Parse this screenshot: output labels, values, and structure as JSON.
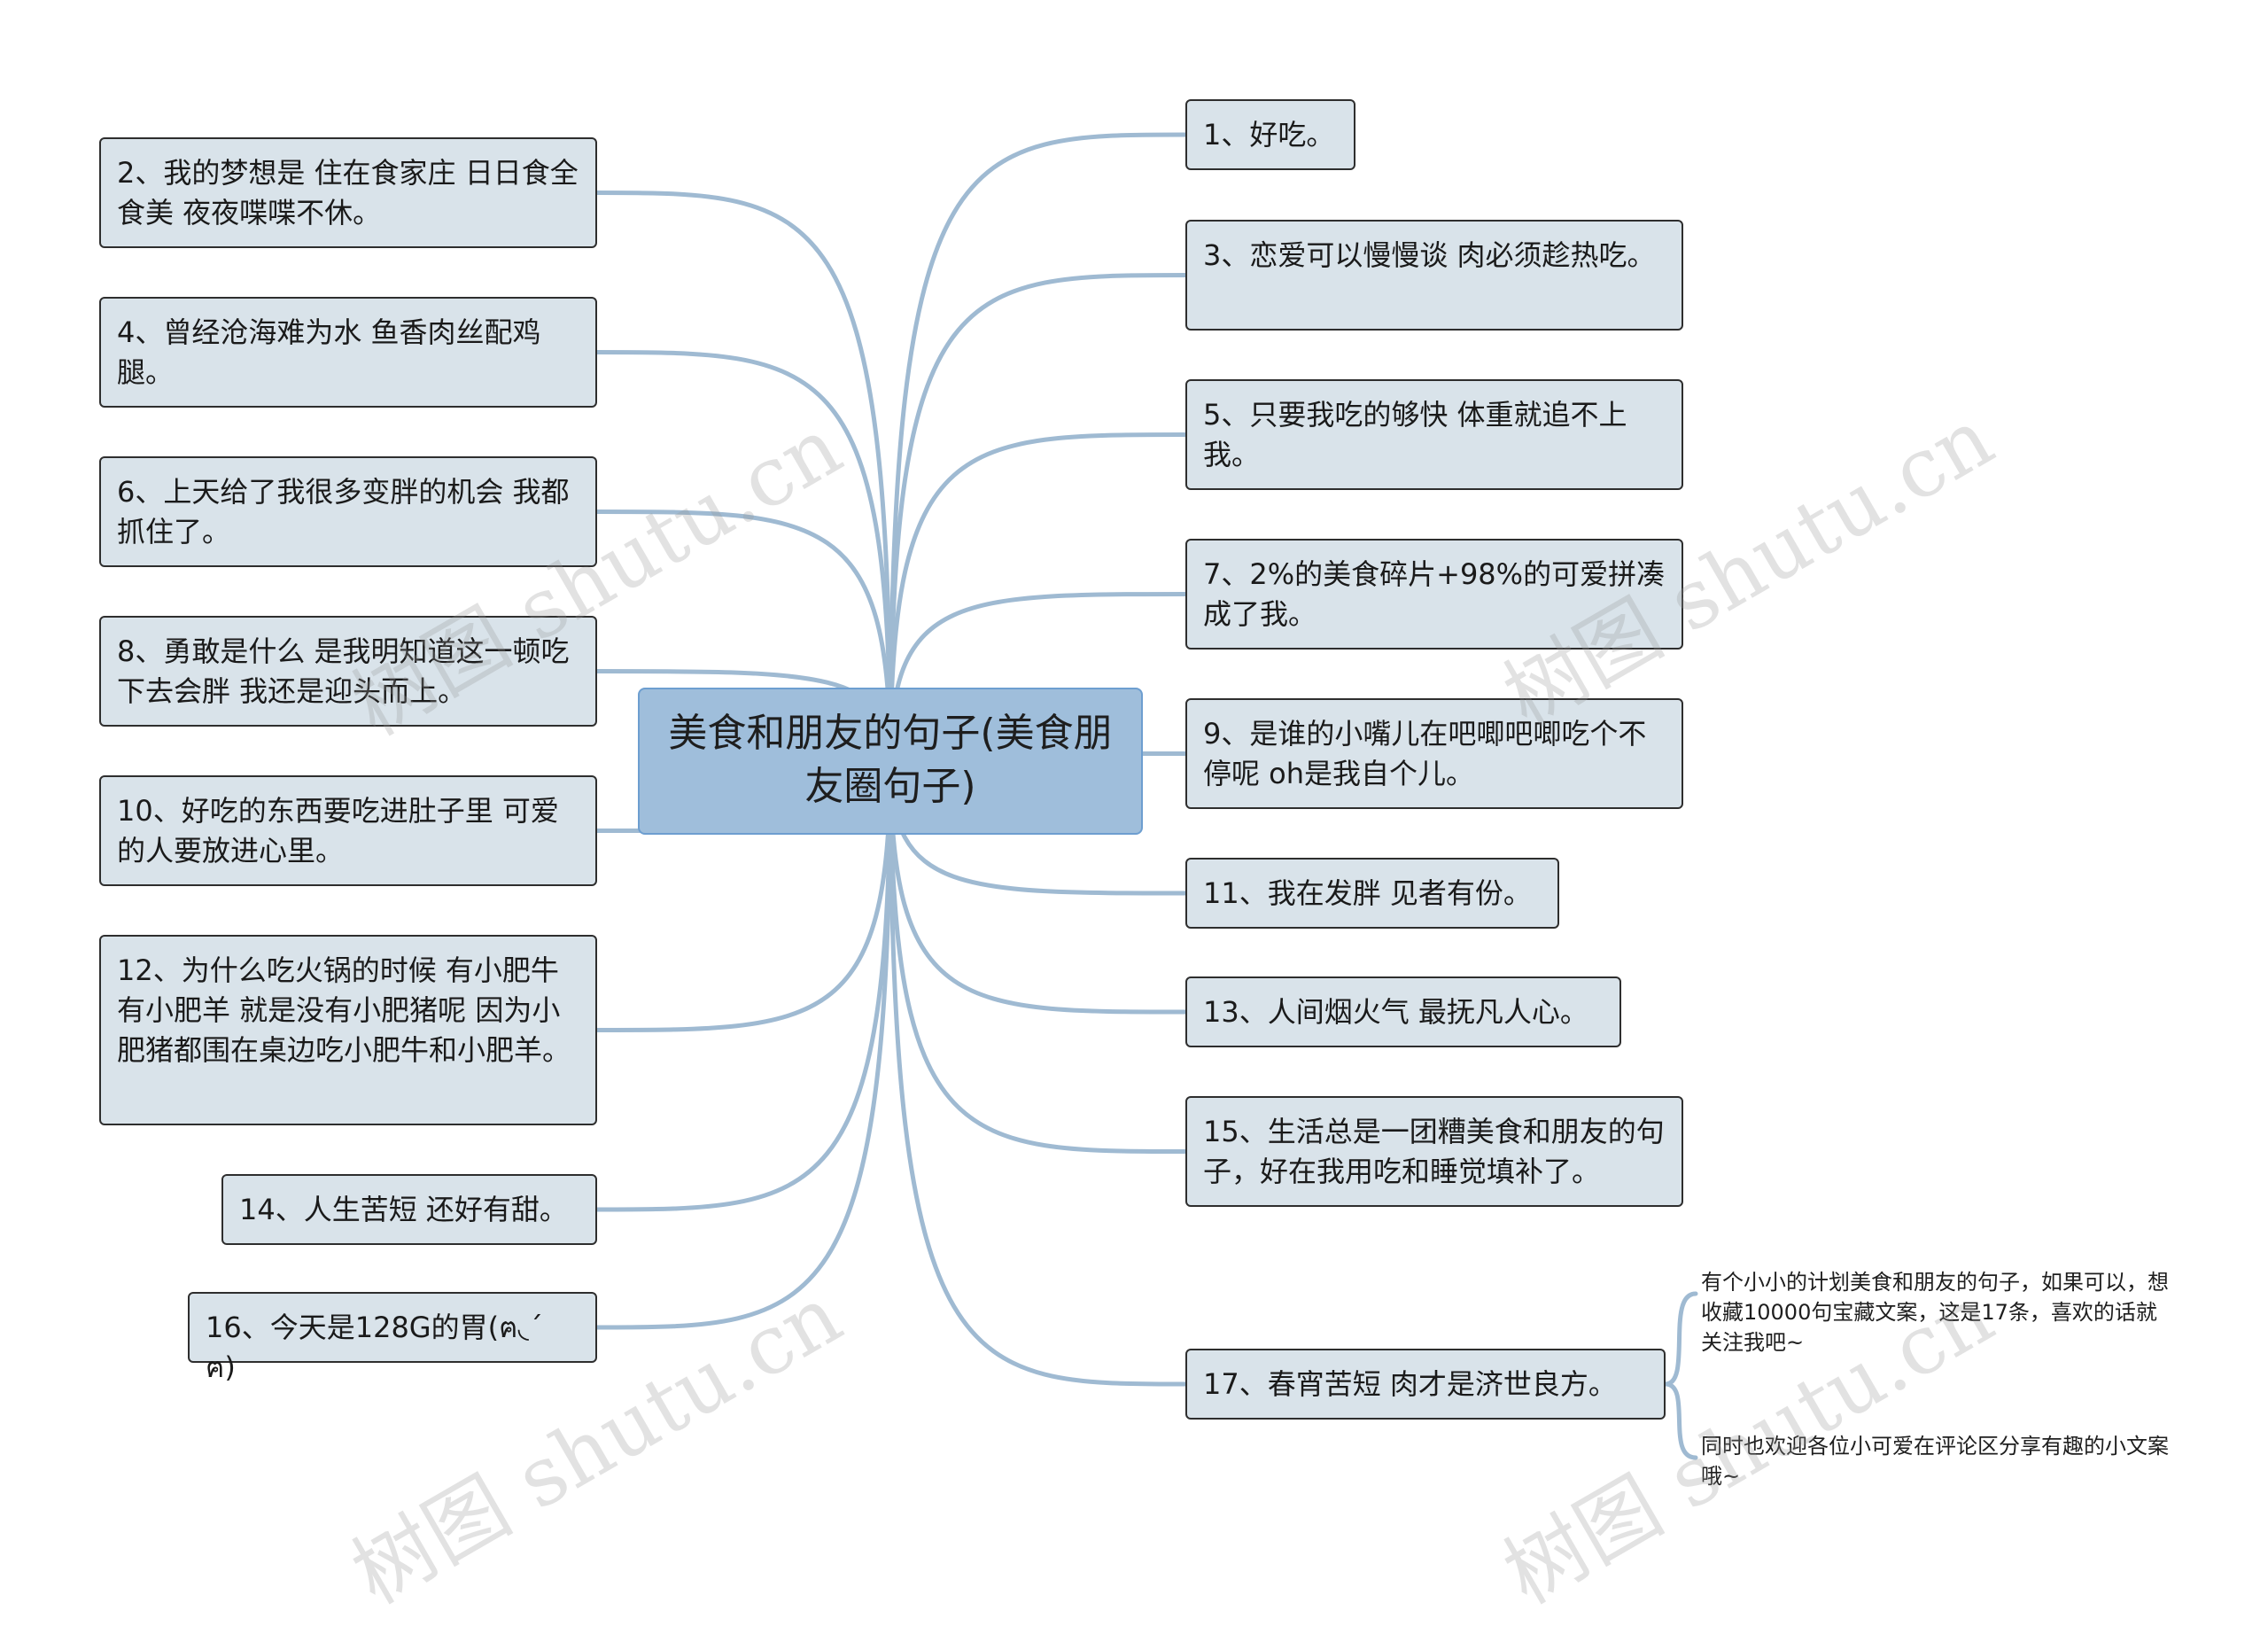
{
  "diagram": {
    "center": "美食和朋友的句子(美食朋友圈句子)",
    "left_nodes": [
      "2、我的梦想是 住在食家庄 日日食全食美 夜夜喋喋不休。",
      "4、曾经沧海难为水 鱼香肉丝配鸡腿。",
      "6、上天给了我很多变胖的机会 我都抓住了。",
      "8、勇敢是什么 是我明知道这一顿吃下去会胖 我还是迎头而上。",
      "10、好吃的东西要吃进肚子里 可爱的人要放进心里。",
      "12、为什么吃火锅的时候 有小肥牛有小肥羊 就是没有小肥猪呢 因为小肥猪都围在桌边吃小肥牛和小肥羊。",
      "14、人生苦短 还好有甜。",
      "16、今天是128G的胃(ฅ◟ˊ ฅ)"
    ],
    "right_nodes": [
      "1、好吃。",
      "3、恋爱可以慢慢谈 肉必须趁热吃。",
      "5、只要我吃的够快 体重就追不上我。",
      "7、2%的美食碎片+98%的可爱拼凑成了我。",
      "9、是谁的小嘴儿在吧唧吧唧吃个不停呢 oh是我自个儿。",
      "11、我在发胖 见者有份。",
      "13、人间烟火气 最抚凡人心。",
      "15、生活总是一团糟美食和朋友的句子，好在我用吃和睡觉填补了。",
      "17、春宵苦短 肉才是济世良方。"
    ],
    "notes": [
      "有个小小的计划美食和朋友的句子，如果可以，想收藏10000句宝藏文案，这是17条，喜欢的话就关注我吧~",
      "同时也欢迎各位小可爱在评论区分享有趣的小文案哦~"
    ],
    "watermark": "树图 shutu.cn"
  },
  "colors": {
    "edge": "#9fbad2",
    "node_fill": "#d9e3ea",
    "center_fill": "#9fbedb"
  }
}
